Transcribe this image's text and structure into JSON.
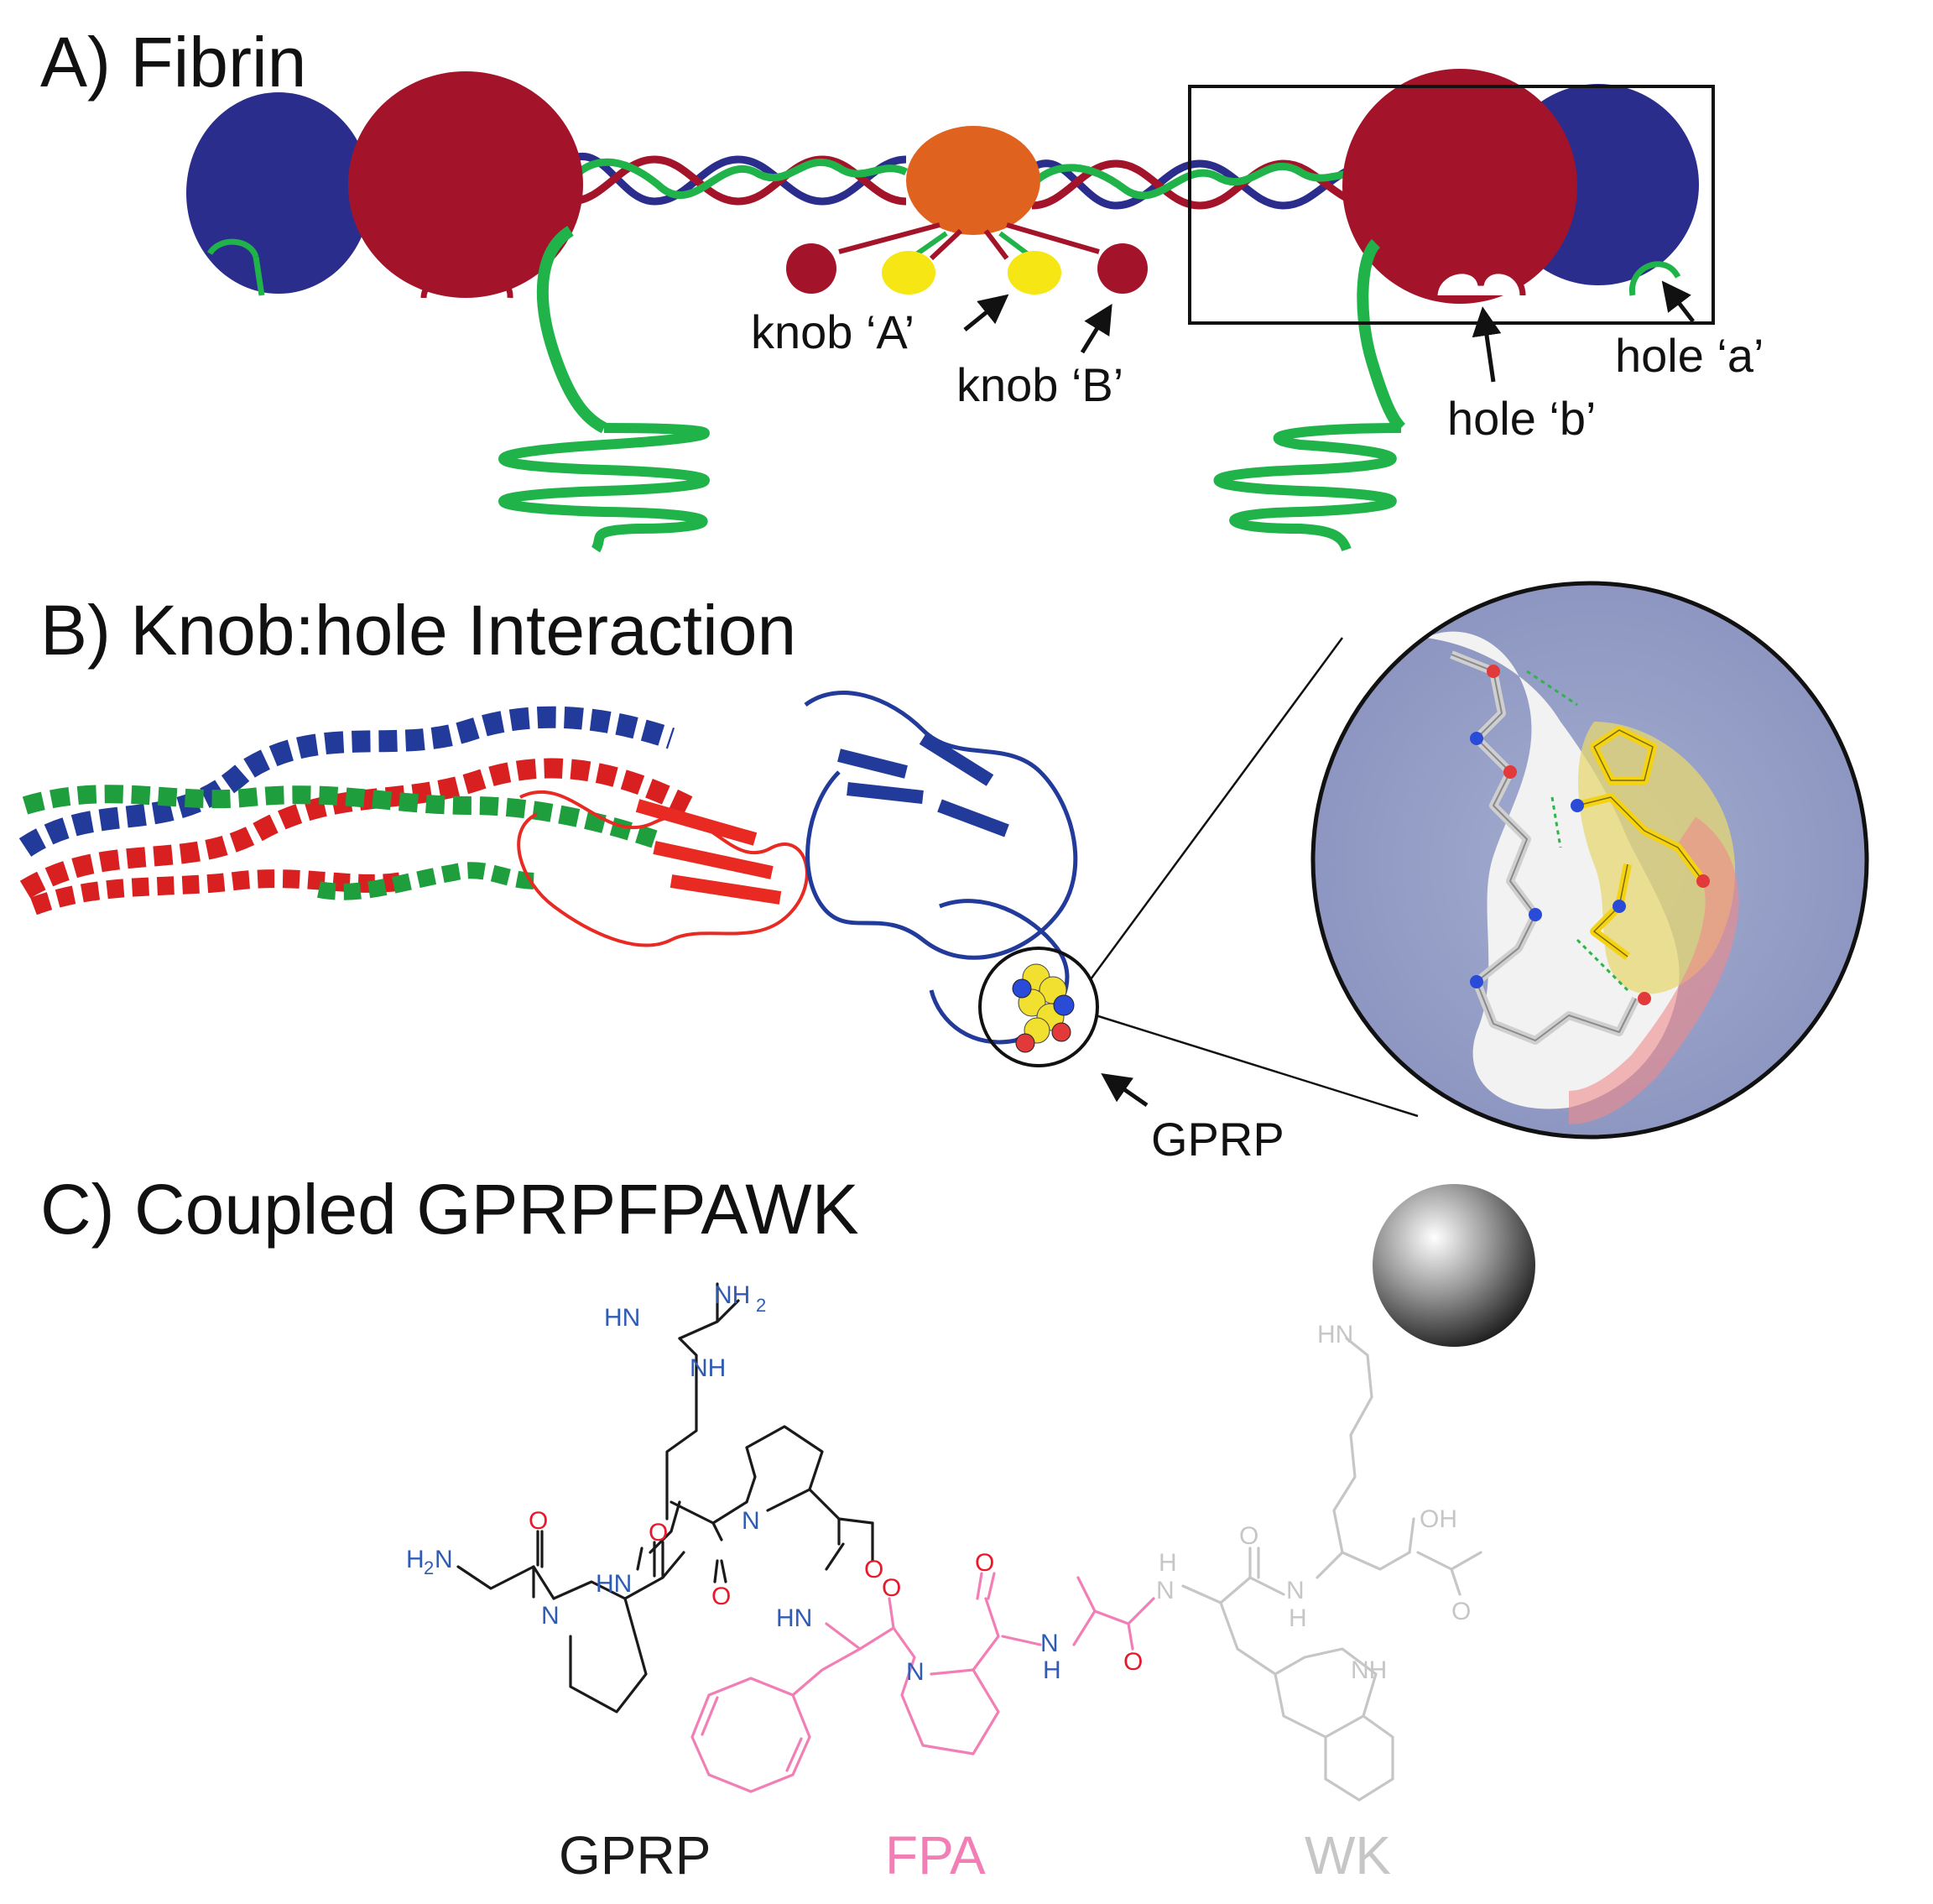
{
  "panels": {
    "a": {
      "title": "A) Fibrin"
    },
    "b": {
      "title": "B) Knob:hole Interaction"
    },
    "c": {
      "title": "C) Coupled GPRPFPAWK"
    }
  },
  "panel_a_labels": {
    "knob_a": "knob ‘A’",
    "knob_b": "knob ‘B’",
    "hole_b": "hole ‘b’",
    "hole_a": "hole ‘a’"
  },
  "panel_b_labels": {
    "gprp": "GPRP"
  },
  "panel_c": {
    "atoms": {
      "nh2": "NH",
      "nh2_sub": "2",
      "hn_guan": "HN",
      "nh_guan": "NH",
      "h2n_pre": "H",
      "h2n_sub": "2",
      "h2n_post": "N",
      "hn_arg": "HN",
      "hn_phe": "HN",
      "n_pro1": "N",
      "n_pro2": "N",
      "n_pro3": "N",
      "nh_ala_n": "N",
      "nh_ala_h": "H",
      "nh_trp_n": "N",
      "nh_trp_h": "H",
      "nh_lys_n": "N",
      "nh_lys_h": "H",
      "hn_bead": "HN",
      "oh": "OH",
      "nh_indole": "NH",
      "o": "O"
    },
    "segments": {
      "gprp": "GPRP",
      "fpa": "FPA",
      "wk": "WK"
    }
  },
  "colors": {
    "blue_domain": "#2b2d8c",
    "red_domain": "#a3142b",
    "orange_domain": "#e0621f",
    "knob_yellow": "#f5e614",
    "green_chain": "#1fb34a",
    "nitrogen_blue": "#2f5bb5",
    "oxygen_red": "#e8192c",
    "fpa_pink": "#f27eb6",
    "wk_gray": "#c6c6c6",
    "gprp_black": "#1a1a1a"
  }
}
